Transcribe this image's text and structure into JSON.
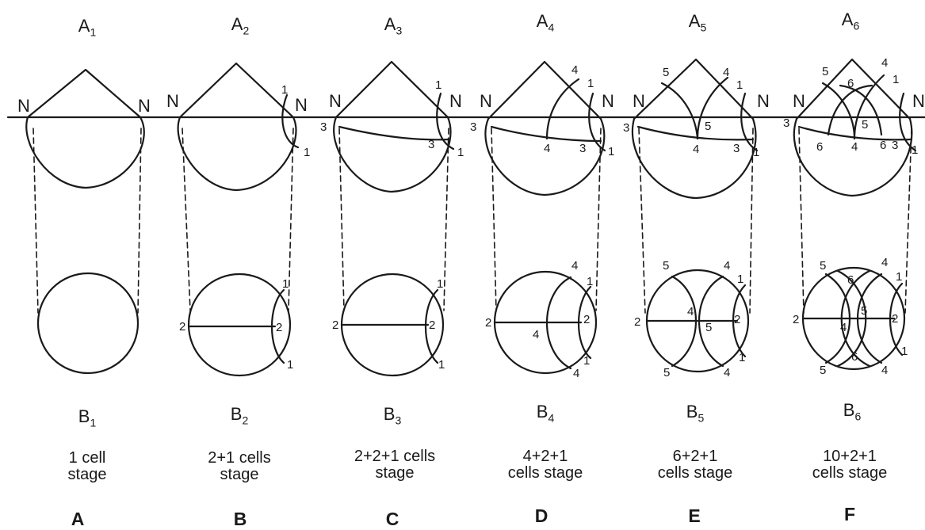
{
  "columns": [
    {
      "top": {
        "base": "A",
        "sub": "1"
      },
      "bottom": {
        "base": "B",
        "sub": "1"
      },
      "caption": [
        "1 cell",
        "stage"
      ],
      "letter": "A"
    },
    {
      "top": {
        "base": "A",
        "sub": "2"
      },
      "bottom": {
        "base": "B",
        "sub": "2"
      },
      "caption": [
        "2+1 cells",
        "stage"
      ],
      "letter": "B"
    },
    {
      "top": {
        "base": "A",
        "sub": "3"
      },
      "bottom": {
        "base": "B",
        "sub": "3"
      },
      "caption": [
        "2+2+1 cells",
        "stage"
      ],
      "letter": "C"
    },
    {
      "top": {
        "base": "A",
        "sub": "4"
      },
      "bottom": {
        "base": "B",
        "sub": "4"
      },
      "caption": [
        "4+2+1",
        "cells stage"
      ],
      "letter": "D"
    },
    {
      "top": {
        "base": "A",
        "sub": "5"
      },
      "bottom": {
        "base": "B",
        "sub": "5"
      },
      "caption": [
        "6+2+1",
        "cells stage"
      ],
      "letter": "E"
    },
    {
      "top": {
        "base": "A",
        "sub": "6"
      },
      "bottom": {
        "base": "B",
        "sub": "6"
      },
      "caption": [
        "10+2+1",
        "cells stage"
      ],
      "letter": "F"
    }
  ],
  "nucellus_label": "N",
  "wall_labels": [
    "1",
    "2",
    "3",
    "4",
    "5",
    "6"
  ]
}
